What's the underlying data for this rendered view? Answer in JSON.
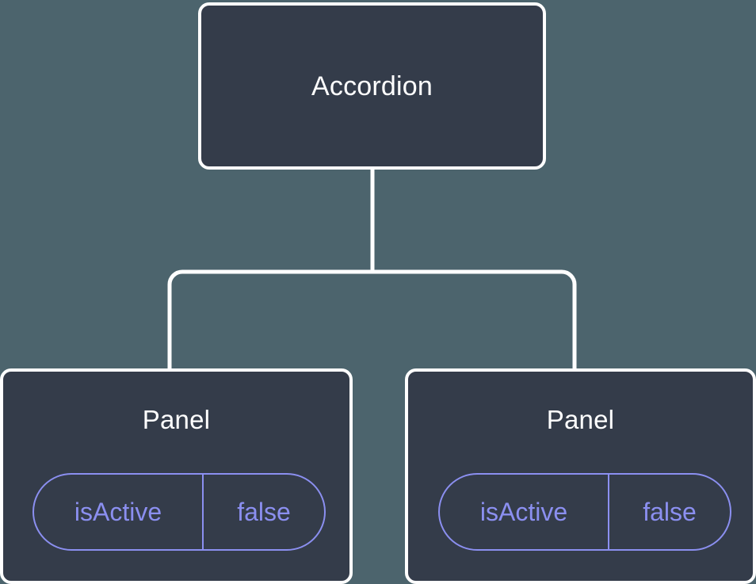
{
  "diagram": {
    "type": "component-tree",
    "background_color": "#4c646d",
    "node_fill_color": "#343c4a",
    "node_border_color": "#ffffff",
    "node_text_color": "#ffffff",
    "prop_accent_color": "#8b8ff0",
    "root": {
      "label": "Accordion"
    },
    "children": [
      {
        "label": "Panel",
        "props": [
          {
            "key": "isActive",
            "value": "false"
          }
        ]
      },
      {
        "label": "Panel",
        "props": [
          {
            "key": "isActive",
            "value": "false"
          }
        ]
      }
    ]
  }
}
